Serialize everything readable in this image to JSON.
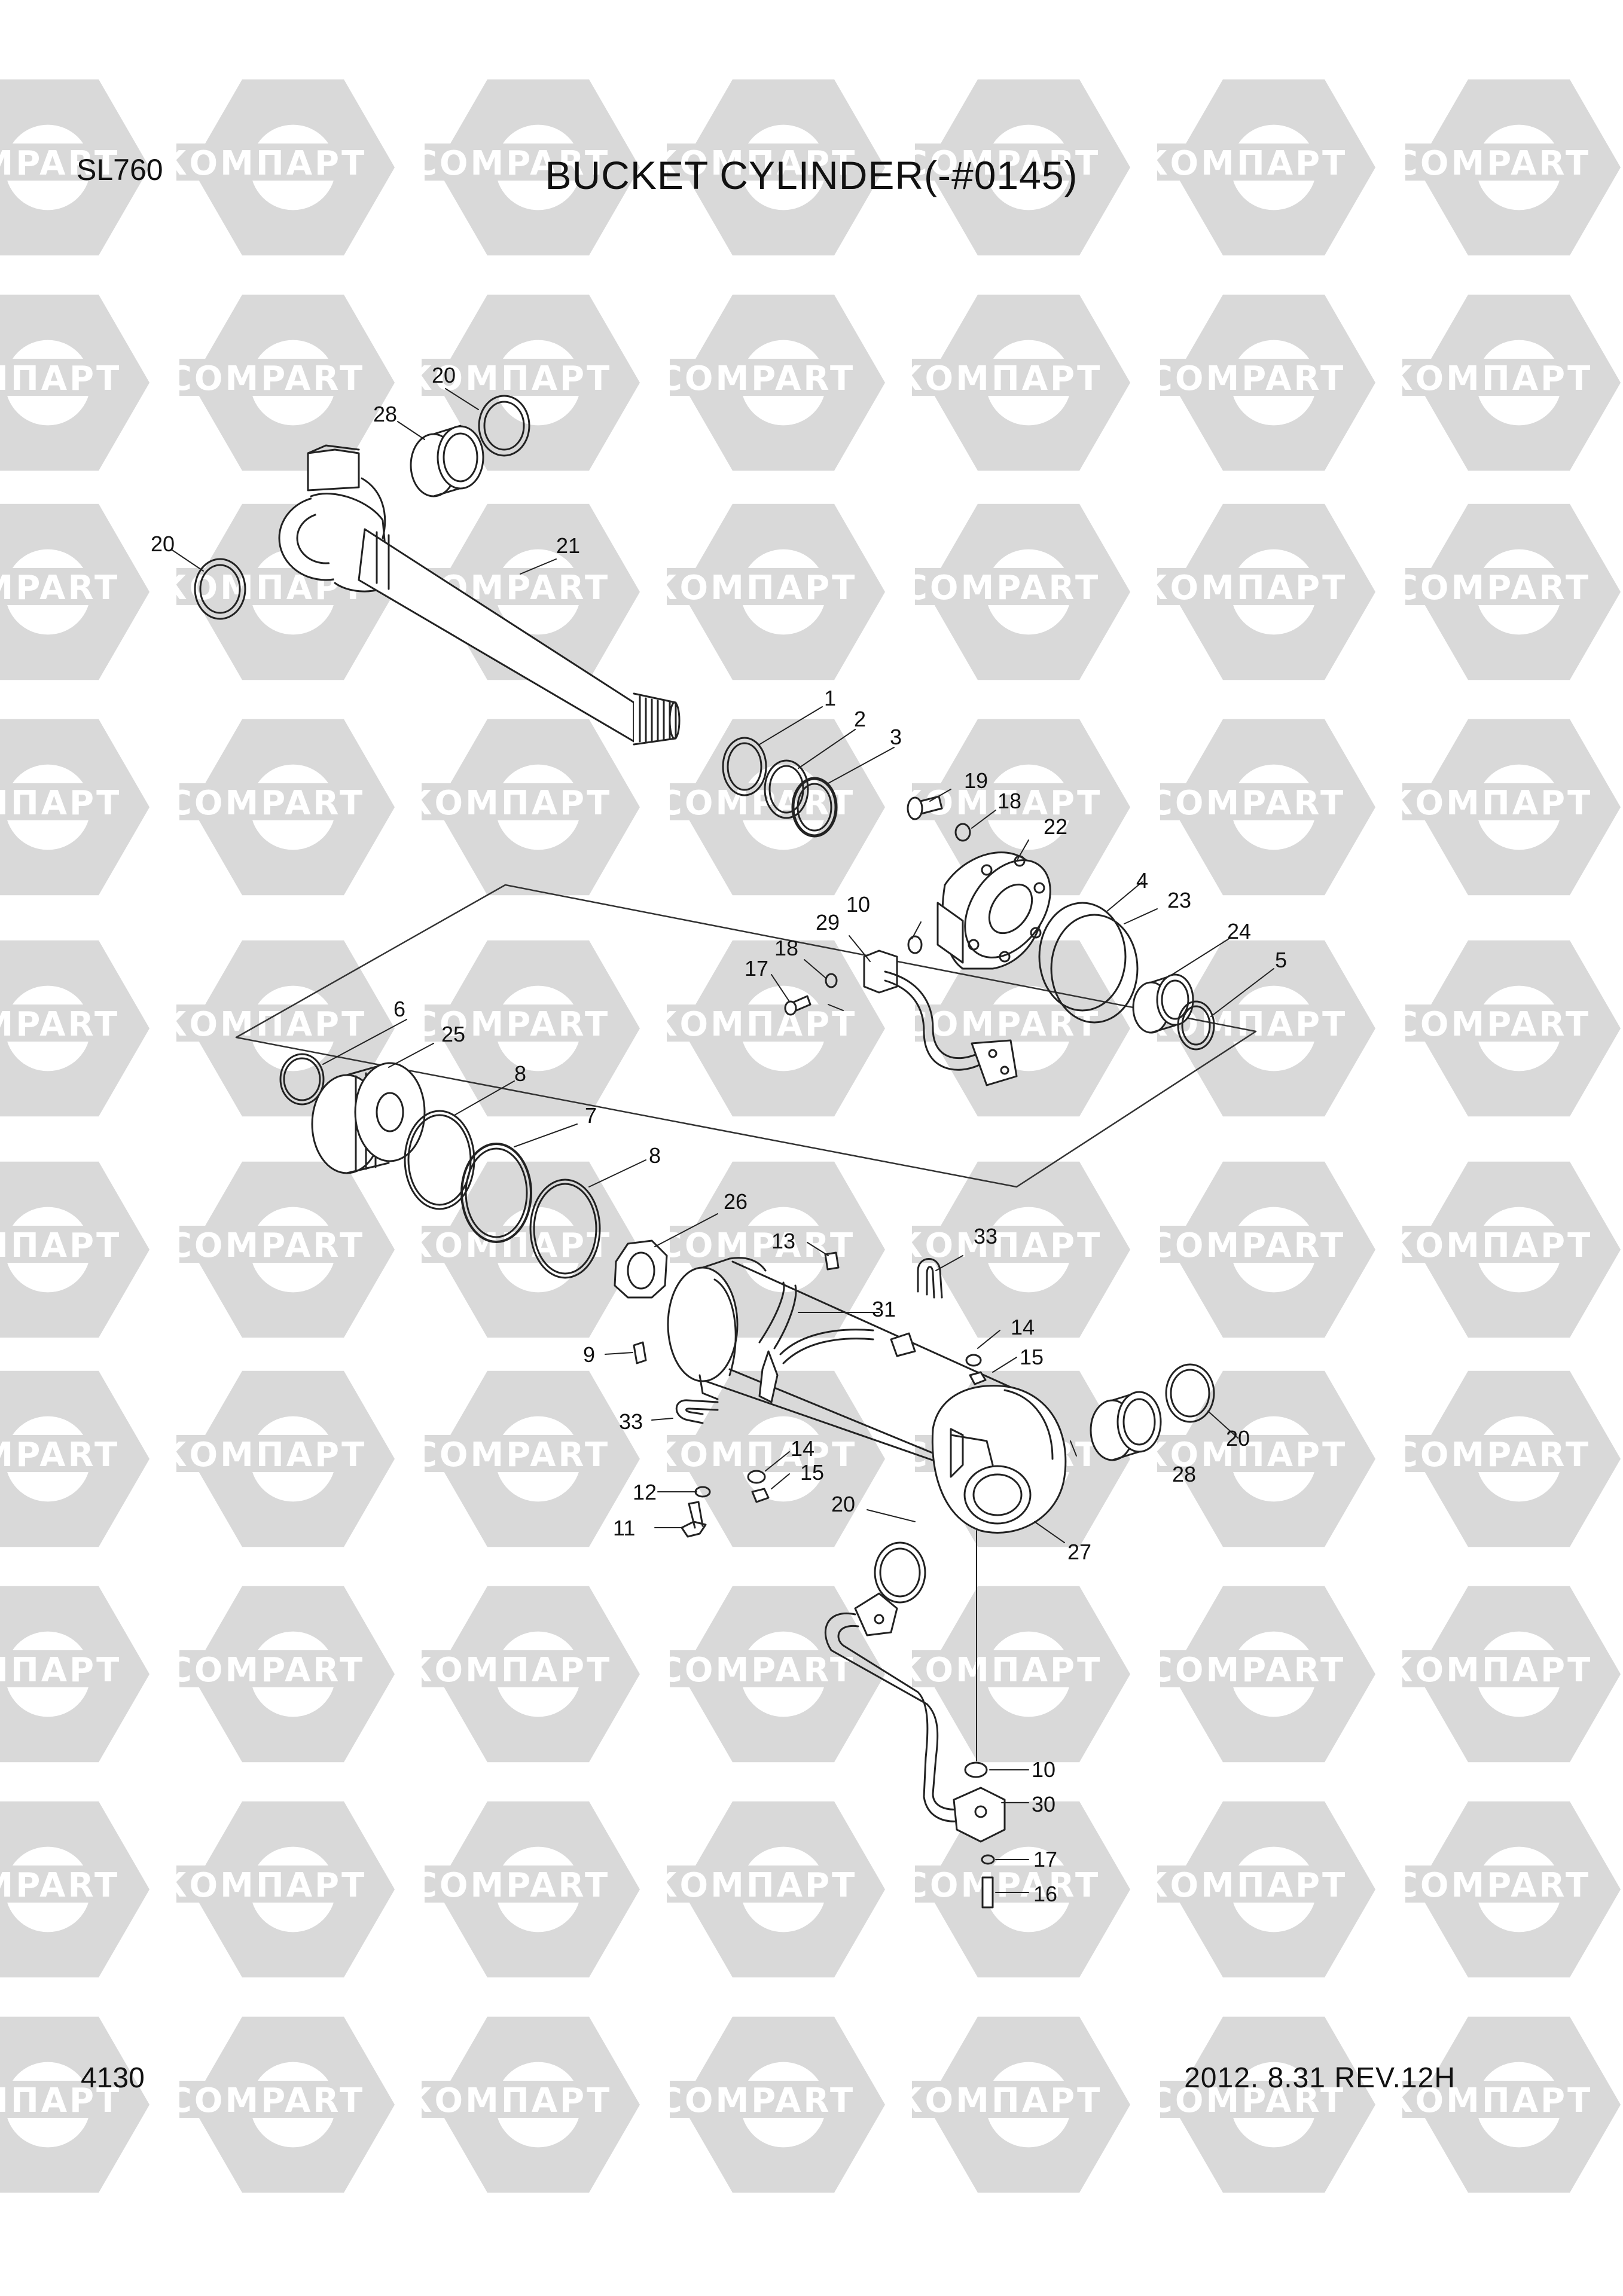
{
  "header": {
    "model": "SL760",
    "title": "BUCKET CYLINDER(-#0145)"
  },
  "footer": {
    "page_number": "4130",
    "revision": "2012. 8.31  REV.12H"
  },
  "watermark": {
    "text_latin": "COMPART",
    "text_cyrillic": "КОМПАРТ",
    "color": "#d9d9d9"
  },
  "part_labels": [
    "1",
    "2",
    "3",
    "4",
    "5",
    "6",
    "7",
    "8",
    "9",
    "10",
    "11",
    "12",
    "13",
    "14",
    "15",
    "16",
    "17",
    "18",
    "19",
    "20",
    "21",
    "22",
    "23",
    "24",
    "25",
    "26",
    "27",
    "28",
    "29",
    "30",
    "31",
    "33"
  ],
  "callouts": {
    "c1": "1",
    "c2": "2",
    "c3": "3",
    "c4": "4",
    "c5": "5",
    "c6": "6",
    "c7": "7",
    "c8a": "8",
    "c8b": "8",
    "c9": "9",
    "c10a": "10",
    "c10b": "10",
    "c11": "11",
    "c12": "12",
    "c13": "13",
    "c14a": "14",
    "c14b": "14",
    "c15a": "15",
    "c15b": "15",
    "c16": "16",
    "c17a": "17",
    "c17b": "17",
    "c18a": "18",
    "c18b": "18",
    "c19": "19",
    "c20a": "20",
    "c20b": "20",
    "c20c": "20",
    "c20d": "20",
    "c21": "21",
    "c22": "22",
    "c23": "23",
    "c24": "24",
    "c25": "25",
    "c26": "26",
    "c27": "27",
    "c28a": "28",
    "c28b": "28",
    "c29": "29",
    "c30": "30",
    "c31": "31",
    "c33a": "33",
    "c33b": "33"
  }
}
